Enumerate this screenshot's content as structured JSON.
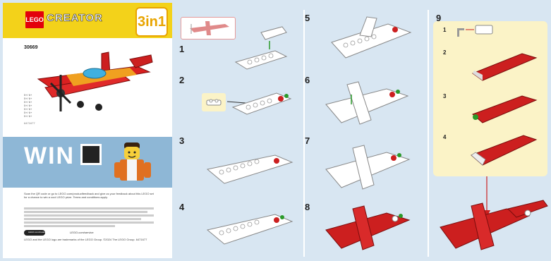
{
  "cover": {
    "brand_logo": "LEGO",
    "brand_line": "CREATOR",
    "badge": "3in1",
    "set_number": "30669",
    "age_lines": [
      "5+/ 6+",
      "5+/ 6+",
      "5+/ 6+",
      "5+/ 6+",
      "5+/ 6+",
      "5+/ 6+",
      "5+/ 6+"
    ],
    "item_number": "6471677",
    "win_heading": "WIN",
    "fine_print": "Scan the QR code or go to LEGO.com/productfeedback and give us your feedback about this LEGO set for a chance to win a cool LEGO prize. Terms and conditions apply.",
    "footer_link": "LEGO.com/creator",
    "footer_service": "LEGO.com/service",
    "legal": "LEGO and the LEGO logo are trademarks of the LEGO Group. ©2024 The LEGO Group. 6471677"
  },
  "steps": {
    "s1": "1",
    "s2": "2",
    "s3": "3",
    "s4": "4",
    "s5": "5",
    "s6": "6",
    "s7": "7",
    "s8": "8",
    "s9": "9"
  },
  "substeps": {
    "a": "1",
    "b": "2",
    "c": "3",
    "d": "4"
  },
  "colors": {
    "brick_red": "#cc1f1f",
    "brick_white": "#ffffff",
    "brand_yellow": "#f3d21a",
    "page_bg": "#d8e6f2",
    "panel_bg": "#fbf3c7"
  }
}
